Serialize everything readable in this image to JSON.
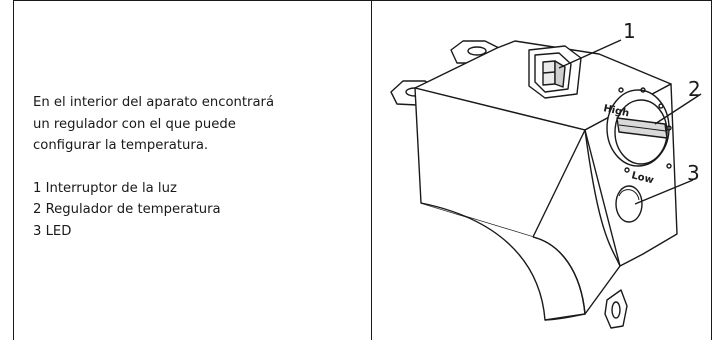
{
  "description": {
    "line1": "En el interior del aparato encontrará",
    "line2": "un regulador con el que puede",
    "line3": "configurar la temperatura."
  },
  "legend": [
    "1 Interruptor de la luz",
    "2 Regulador de temperatura",
    "3 LED"
  ],
  "figure": {
    "callouts": [
      "1",
      "2",
      "3"
    ],
    "dial_high": "High",
    "dial_low": "Low"
  }
}
